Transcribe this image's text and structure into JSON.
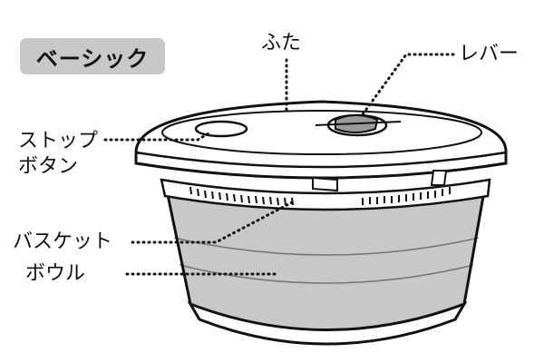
{
  "badge": {
    "text": "ベーシック"
  },
  "labels": {
    "lid": "ふた",
    "lever": "レバー",
    "stop_button_line1": "ストップ",
    "stop_button_line2": "ボタン",
    "basket": "バスケット",
    "bowl": "ボウル"
  },
  "colors": {
    "outline": "#111111",
    "bowl_fill": "#c8c8c8",
    "badge_fill": "#c8c8c8",
    "lever_fill": "#9a9a9a"
  }
}
